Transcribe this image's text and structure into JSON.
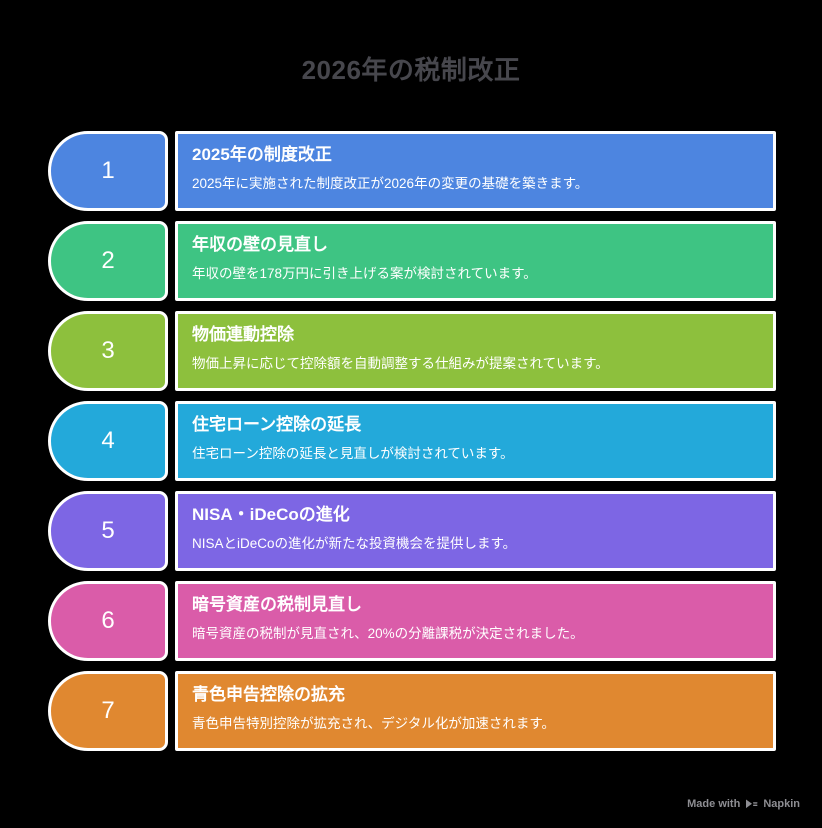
{
  "page": {
    "title": "2026年の税制改正",
    "background_color": "#000000",
    "title_color": "#47474d"
  },
  "items": [
    {
      "number": "1",
      "color": "#4d85e0",
      "title": "2025年の制度改正",
      "description": "2025年に実施された制度改正が2026年の変更の基礎を築きます。"
    },
    {
      "number": "2",
      "color": "#3ec483",
      "title": "年収の壁の見直し",
      "description": "年収の壁を178万円に引き上げる案が検討されています。"
    },
    {
      "number": "3",
      "color": "#8dc03d",
      "title": "物価連動控除",
      "description": "物価上昇に応じて控除額を自動調整する仕組みが提案されています。"
    },
    {
      "number": "4",
      "color": "#23a9da",
      "title": "住宅ローン控除の延長",
      "description": "住宅ローン控除の延長と見直しが検討されています。"
    },
    {
      "number": "5",
      "color": "#7d66e4",
      "title": "NISA・iDeCoの進化",
      "description": "NISAとiDeCoの進化が新たな投資機会を提供します。"
    },
    {
      "number": "6",
      "color": "#da5ca9",
      "title": "暗号資産の税制見直し",
      "description": "暗号資産の税制が見直され、20%の分離課税が決定されました。"
    },
    {
      "number": "7",
      "color": "#e08830",
      "title": "青色申告控除の拡充",
      "description": "青色申告特別控除が拡充され、デジタル化が加速されます。"
    }
  ],
  "watermark": {
    "prefix": "Made with",
    "brand": "Napkin"
  }
}
